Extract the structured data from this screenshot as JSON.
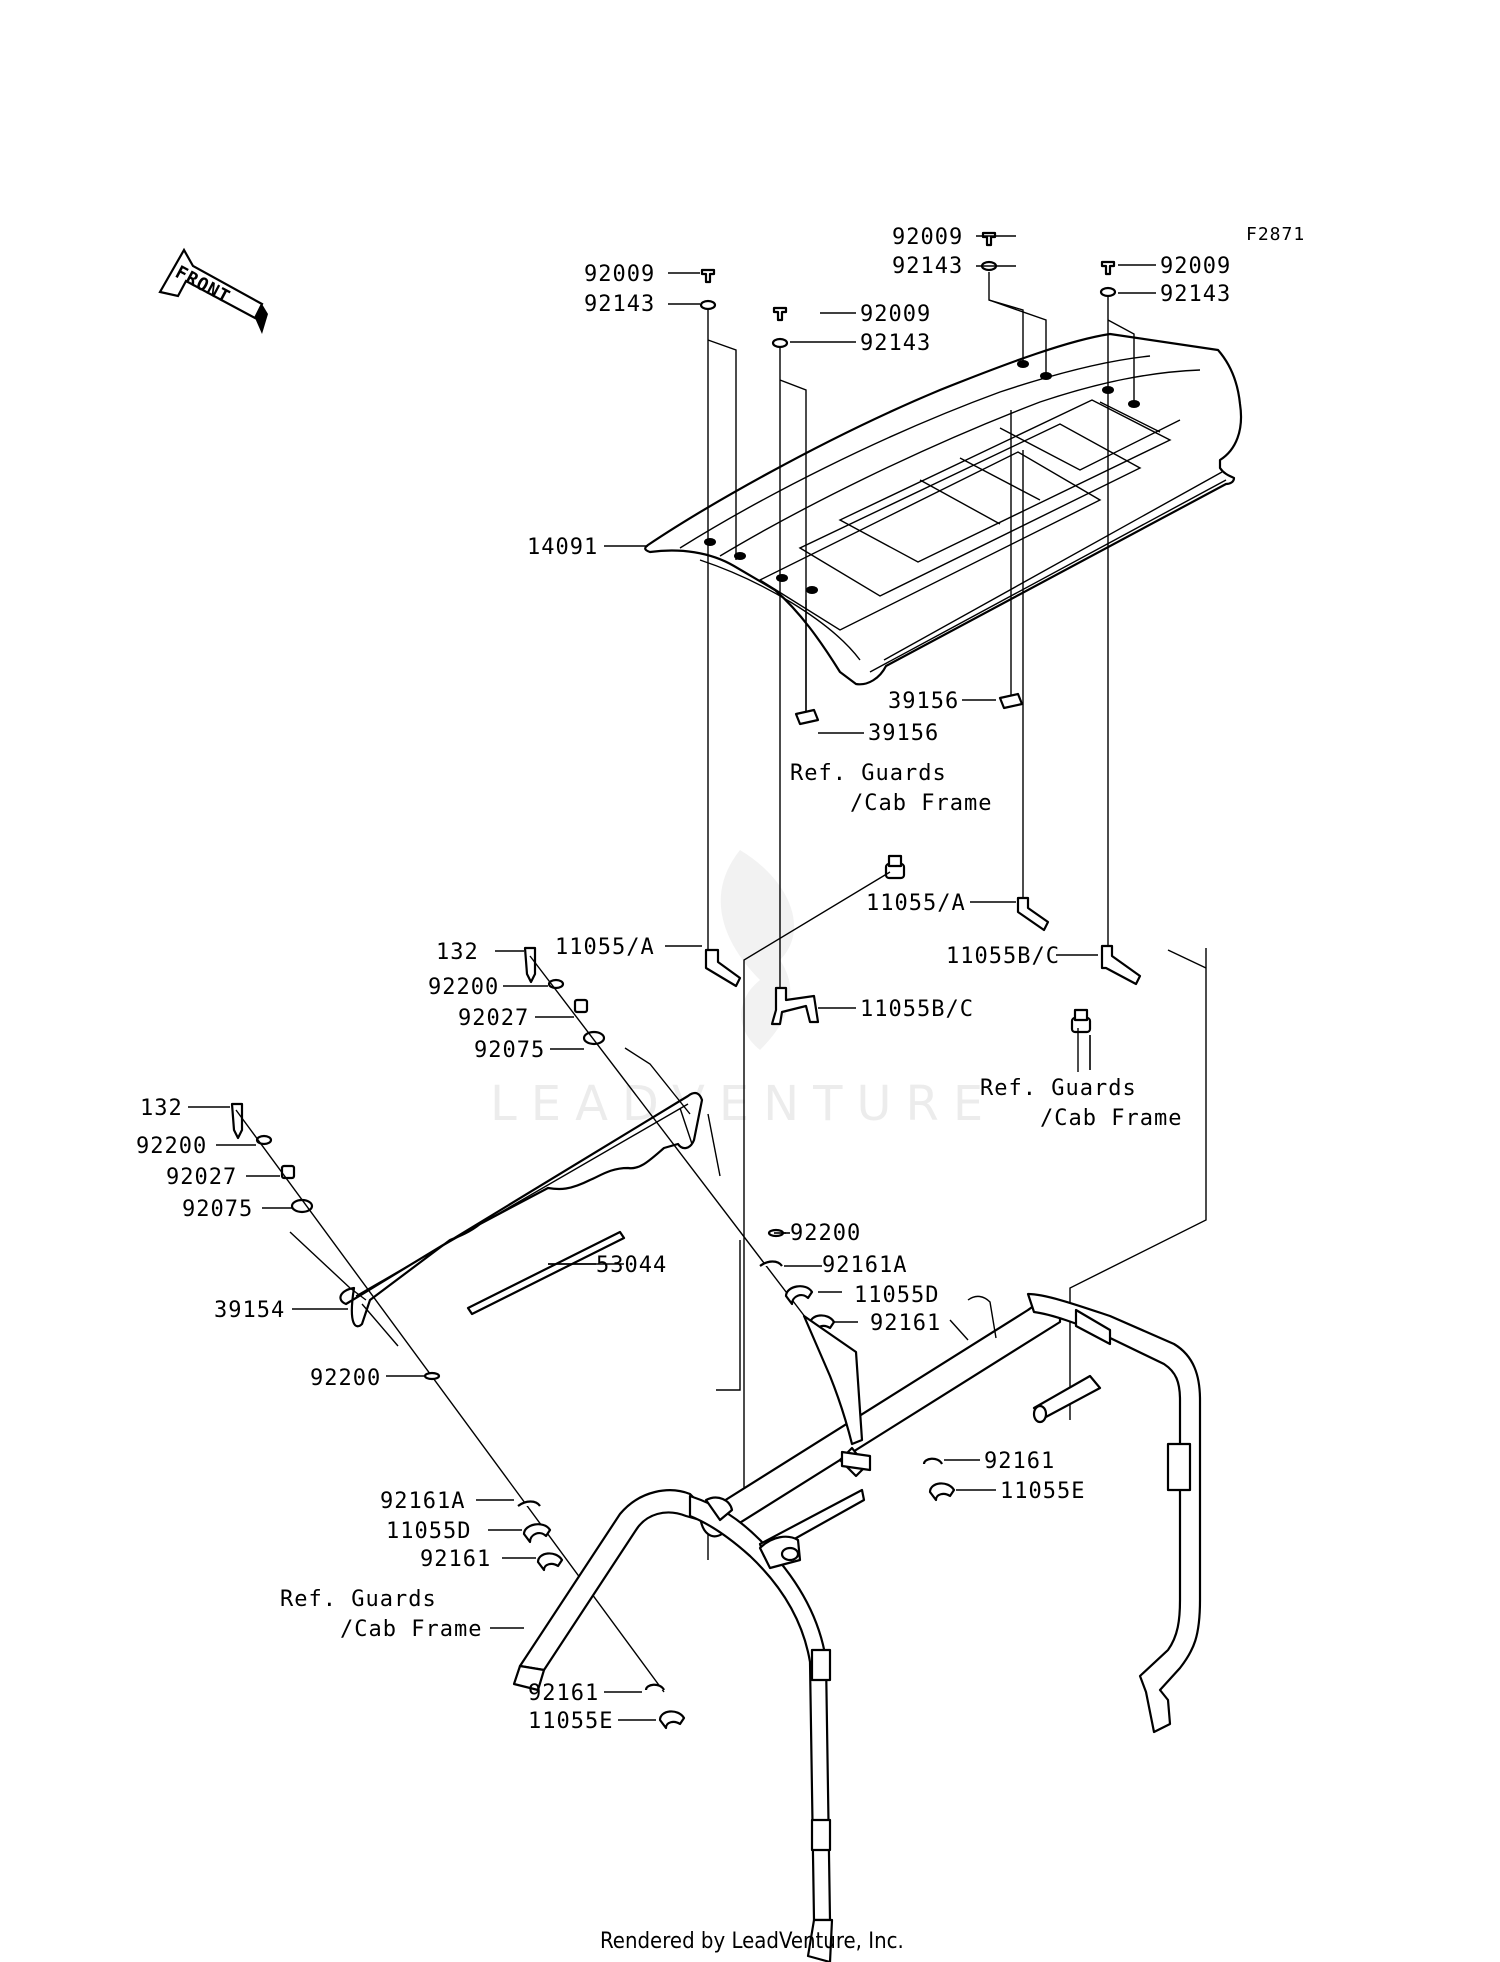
{
  "figure_code": "F2871",
  "front_label": "FRONT",
  "watermark": "LEADVENTURE",
  "footer": "Rendered by LeadVenture, Inc.",
  "callouts": [
    "92009",
    "92143",
    "92009",
    "92143",
    "92009",
    "92143",
    "92009",
    "92143",
    "14091",
    "39156",
    "39156",
    "Ref. Guards",
    "/Cab Frame",
    "11055/A",
    "11055/A",
    "11055B/C",
    "11055B/C",
    "Ref. Guards",
    "/Cab Frame",
    "132",
    "92200",
    "92027",
    "92075",
    "132",
    "92200",
    "92027",
    "92075",
    "39154",
    "53044",
    "92200",
    "92161A",
    "11055D",
    "92161",
    "92200",
    "92161",
    "11055E",
    "92161A",
    "11055D",
    "92161",
    "Ref. Guards",
    "/Cab Frame",
    "92161",
    "11055E"
  ]
}
